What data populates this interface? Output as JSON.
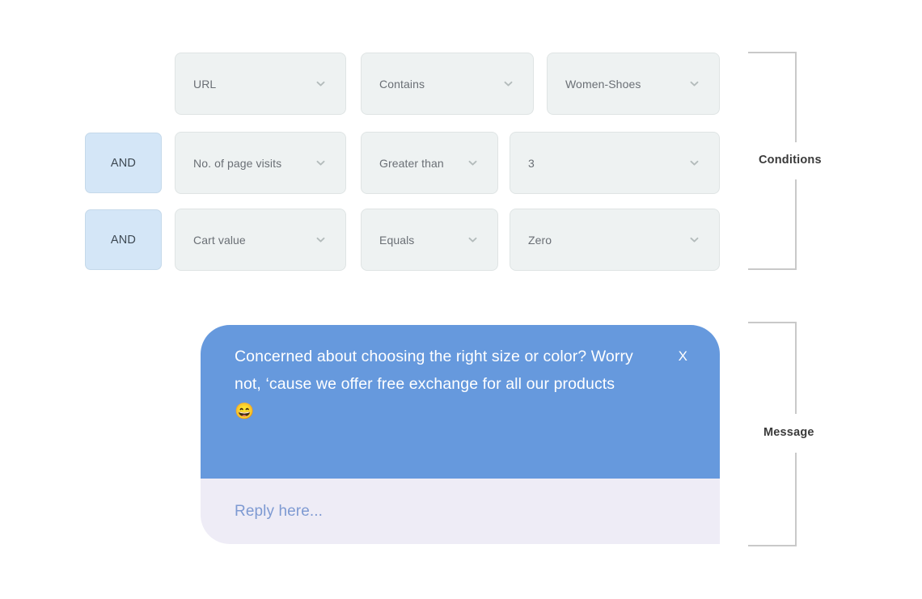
{
  "groups": [
    {
      "label": "Conditions"
    },
    {
      "label": "Message"
    }
  ],
  "conditions": {
    "rows": [
      {
        "connector": null,
        "field": {
          "value": "URL",
          "icon": "chevron-down-icon"
        },
        "operator": {
          "value": "Contains",
          "icon": "chevron-down-icon"
        },
        "value": {
          "value": "Women-Shoes",
          "icon": "chevron-down-icon"
        }
      },
      {
        "connector": "AND",
        "field": {
          "value": "No. of page visits",
          "icon": "chevron-down-icon"
        },
        "operator": {
          "value": "Greater than",
          "icon": "chevron-down-icon"
        },
        "value": {
          "value": "3",
          "icon": "chevron-down-icon"
        }
      },
      {
        "connector": "AND",
        "field": {
          "value": "Cart value",
          "icon": "chevron-down-icon"
        },
        "operator": {
          "value": "Equals",
          "icon": "chevron-down-icon"
        },
        "value": {
          "value": "Zero",
          "icon": "chevron-down-icon"
        }
      }
    ]
  },
  "message": {
    "body": "Concerned about choosing the right size or color? Worry not, ‘cause we offer free exchange for all our products 😄",
    "close_icon": "✕",
    "close_label": "X",
    "reply_placeholder": "Reply here..."
  },
  "colors": {
    "connector_bg": "#d4e6f7",
    "select_bg": "#eef2f2",
    "bubble_bg": "#6699dd",
    "reply_bg": "#eeecf6",
    "reply_text": "#7e9ad2",
    "bracket": "#c9c9c9",
    "label_text": "#3a3a3a"
  }
}
